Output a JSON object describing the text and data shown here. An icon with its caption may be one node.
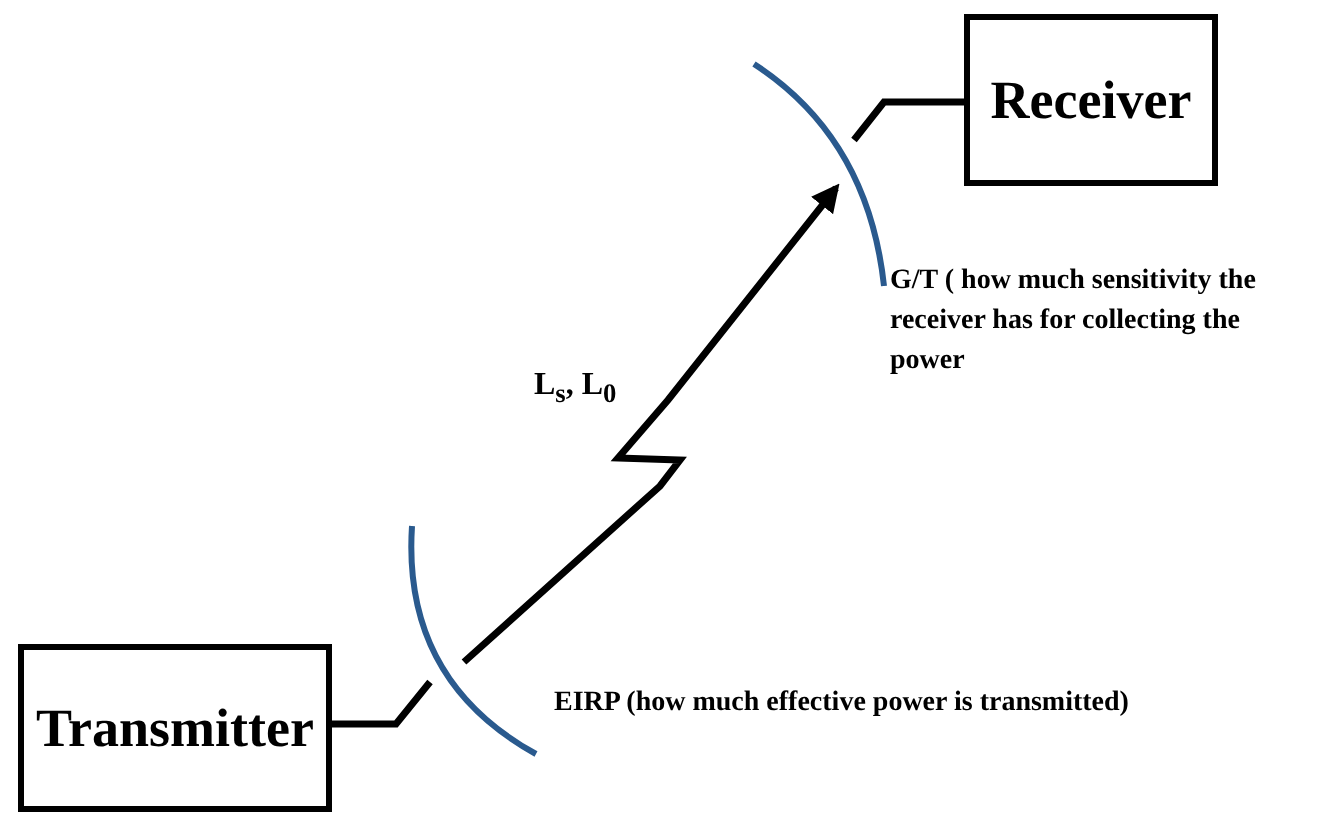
{
  "diagram": {
    "nodes": [
      {
        "text": [
          "Receiver"
        ]
      },
      {
        "text": [
          "Transmitter"
        ]
      },
      {
        "text": [],
        "shape": "arc",
        "beside": [
          "G/T ( how much sensitivity the receiver has for  collecting the power"
        ]
      },
      {
        "text": [],
        "shape": "arc",
        "beside": [
          "EIRP (how much effective power is transmitted)"
        ]
      }
    ],
    "edges": [
      {
        "from": 1,
        "to": 3,
        "arrow": "none"
      },
      {
        "from": 3,
        "to": 2,
        "arrow": "to",
        "label": "L$_{s}$, L$_{0}$"
      },
      {
        "from": 2,
        "to": 0,
        "arrow": "none"
      }
    ]
  }
}
